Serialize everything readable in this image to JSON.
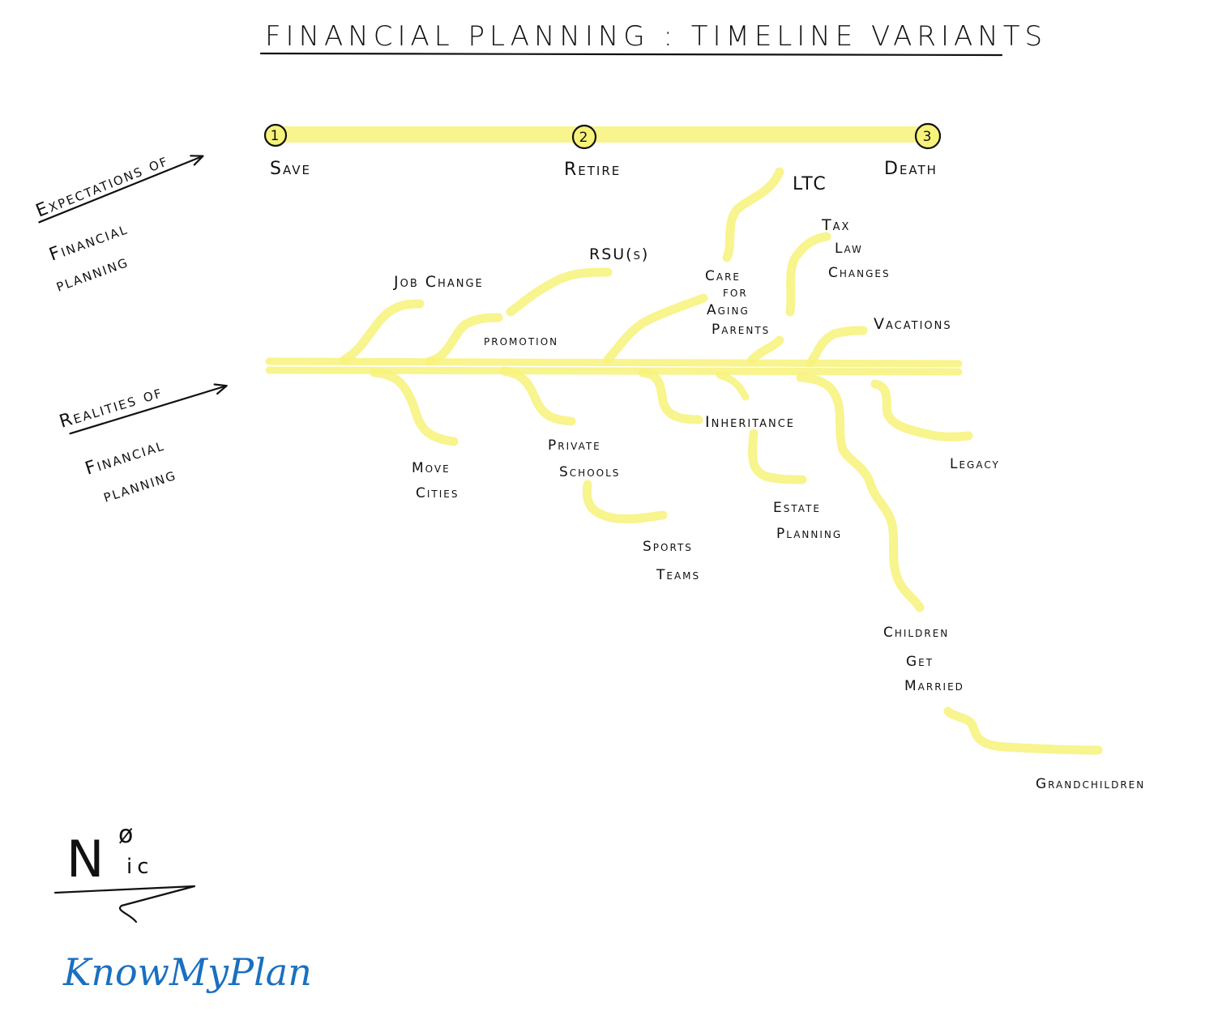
{
  "title": "Financial Planning : Timeline Variants",
  "expectations": {
    "label_line1": "Expectations of",
    "label_line2": "Financial",
    "label_line3": "planning",
    "milestones": [
      {
        "num": "1",
        "label": "Save"
      },
      {
        "num": "2",
        "label": "Retire"
      },
      {
        "num": "3",
        "label": "Death"
      }
    ]
  },
  "realities": {
    "label_line1": "Realities of",
    "label_line2": "Financial",
    "label_line3": "planning",
    "above": {
      "job_change": "Job Change",
      "rsus": "RSU(s)",
      "promotion": "promotion",
      "care_1": "Care",
      "care_2": "for",
      "care_3": "Aging",
      "care_4": "Parents",
      "ltc": "LTC",
      "tax_1": "Tax",
      "tax_2": "Law",
      "tax_3": "Changes",
      "vacations": "Vacations"
    },
    "below": {
      "move_1": "Move",
      "move_2": "Cities",
      "private_1": "Private",
      "private_2": "Schools",
      "sports_1": "Sports",
      "sports_2": "Teams",
      "inheritance": "Inheritance",
      "estate_1": "Estate",
      "estate_2": "Planning",
      "legacy": "Legacy",
      "children_1": "Children",
      "children_2": "Get",
      "children_3": "Married",
      "grandchildren": "Grandchildren"
    }
  },
  "signature": {
    "mark_main": "N",
    "mark_sup": "ø",
    "mark_sub": "ic"
  },
  "brand": "KnowMyPlan",
  "colors": {
    "highlight": "#f7f27a",
    "ink": "#111111",
    "brand": "#1a6fc0"
  }
}
